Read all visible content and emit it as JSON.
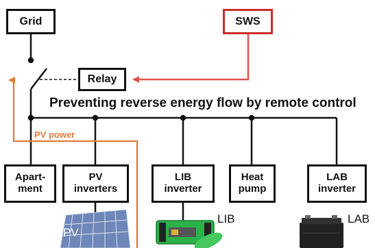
{
  "nodes": {
    "grid": "Grid",
    "sws": "SWS",
    "relay": "Relay",
    "apartment": [
      "Apart-",
      "ment"
    ],
    "pv_inverters": [
      "PV",
      "inverters"
    ],
    "lib_inverter": [
      "LIB",
      "inverter"
    ],
    "heat_pump": [
      "Heat",
      "pump"
    ],
    "lab_inverter": [
      "LAB",
      "inverter"
    ]
  },
  "caption": "Preventing reverse energy flow by remote control",
  "pv_power_label": "PV power",
  "devices": {
    "pv_panel": "PV",
    "lib_battery": "LIB",
    "lab_battery": "LAB"
  },
  "colors": {
    "line": "#111111",
    "sws_border": "#cc2a28",
    "sws_arrow": "#e2524c",
    "pv_power": "#e07b3b",
    "battery_green": "#2bb24a",
    "battery_dark": "#222222",
    "panel_blue": "#6e86b8"
  },
  "icons": [
    "switch-icon",
    "pv-panel-icon",
    "lib-battery-icon",
    "lab-battery-icon"
  ]
}
